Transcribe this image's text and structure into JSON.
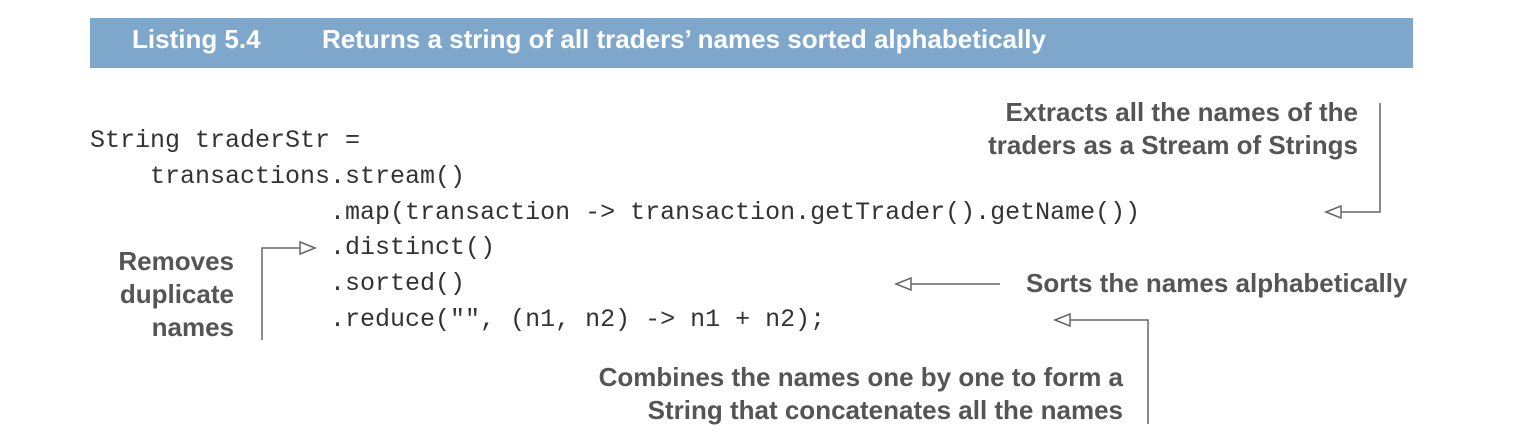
{
  "header": {
    "label": "Listing 5.4",
    "title": "Returns a string of all traders’ names sorted alphabetically"
  },
  "code": [
    "String traderStr =",
    "    transactions.stream()",
    "                .map(transaction -> transaction.getTrader().getName())",
    "                .distinct()",
    "                .sorted()",
    "                .reduce(\"\", (n1, n2) -> n1 + n2);"
  ],
  "annotations": {
    "extracts": [
      "Extracts all the names of the",
      "traders as a Stream of Strings"
    ],
    "removes": [
      "Removes",
      "duplicate",
      "names"
    ],
    "sorts": [
      "Sorts the names alphabetically"
    ],
    "combines": [
      "Combines the names one by one to form a",
      "String that concatenates all the names"
    ]
  },
  "colors": {
    "header_bg": "#7ea7cb",
    "header_text": "#ffffff",
    "code_text": "#333333",
    "annotation_text": "#555555",
    "leader_line": "#666666"
  }
}
